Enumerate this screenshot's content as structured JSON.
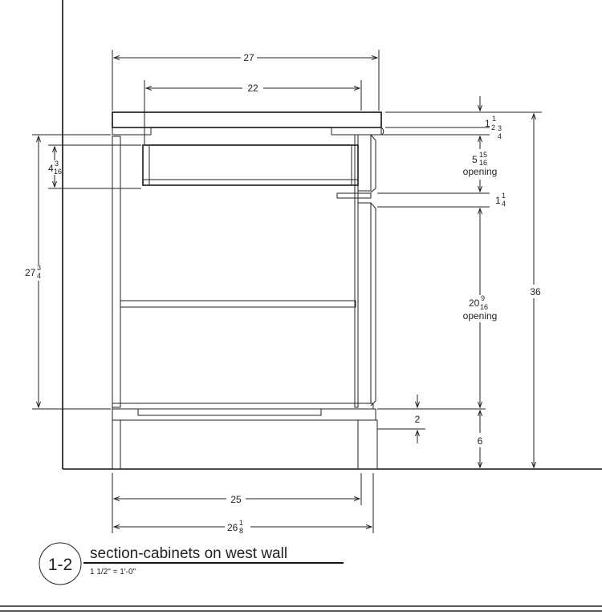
{
  "drawing": {
    "dimensions": {
      "overall_top_width": "27",
      "drawer_width": "22",
      "countertop_thickness": {
        "whole": "1",
        "num": "1",
        "den": "2"
      },
      "top_rail": {
        "whole": "",
        "num": "3",
        "den": "4"
      },
      "drawer_opening": {
        "whole": "5",
        "num": "15",
        "den": "16",
        "note": "opening"
      },
      "mid_rail": {
        "whole": "1",
        "num": "1",
        "den": "4"
      },
      "door_opening": {
        "whole": "20",
        "num": "9",
        "den": "16",
        "note": "opening"
      },
      "overall_height": "36",
      "toe_kick_height": "6",
      "toe_kick_depth": "2",
      "drawer_height": {
        "whole": "4",
        "num": "3",
        "den": "16"
      },
      "box_height": {
        "whole": "27",
        "num": "3",
        "den": "4"
      },
      "box_depth": "25",
      "overall_depth": {
        "whole": "26",
        "num": "1",
        "den": "8"
      }
    }
  },
  "title_block": {
    "number": "1-2",
    "title": "section-cabinets on west wall",
    "scale": "1 1/2\" = 1'-0\""
  }
}
